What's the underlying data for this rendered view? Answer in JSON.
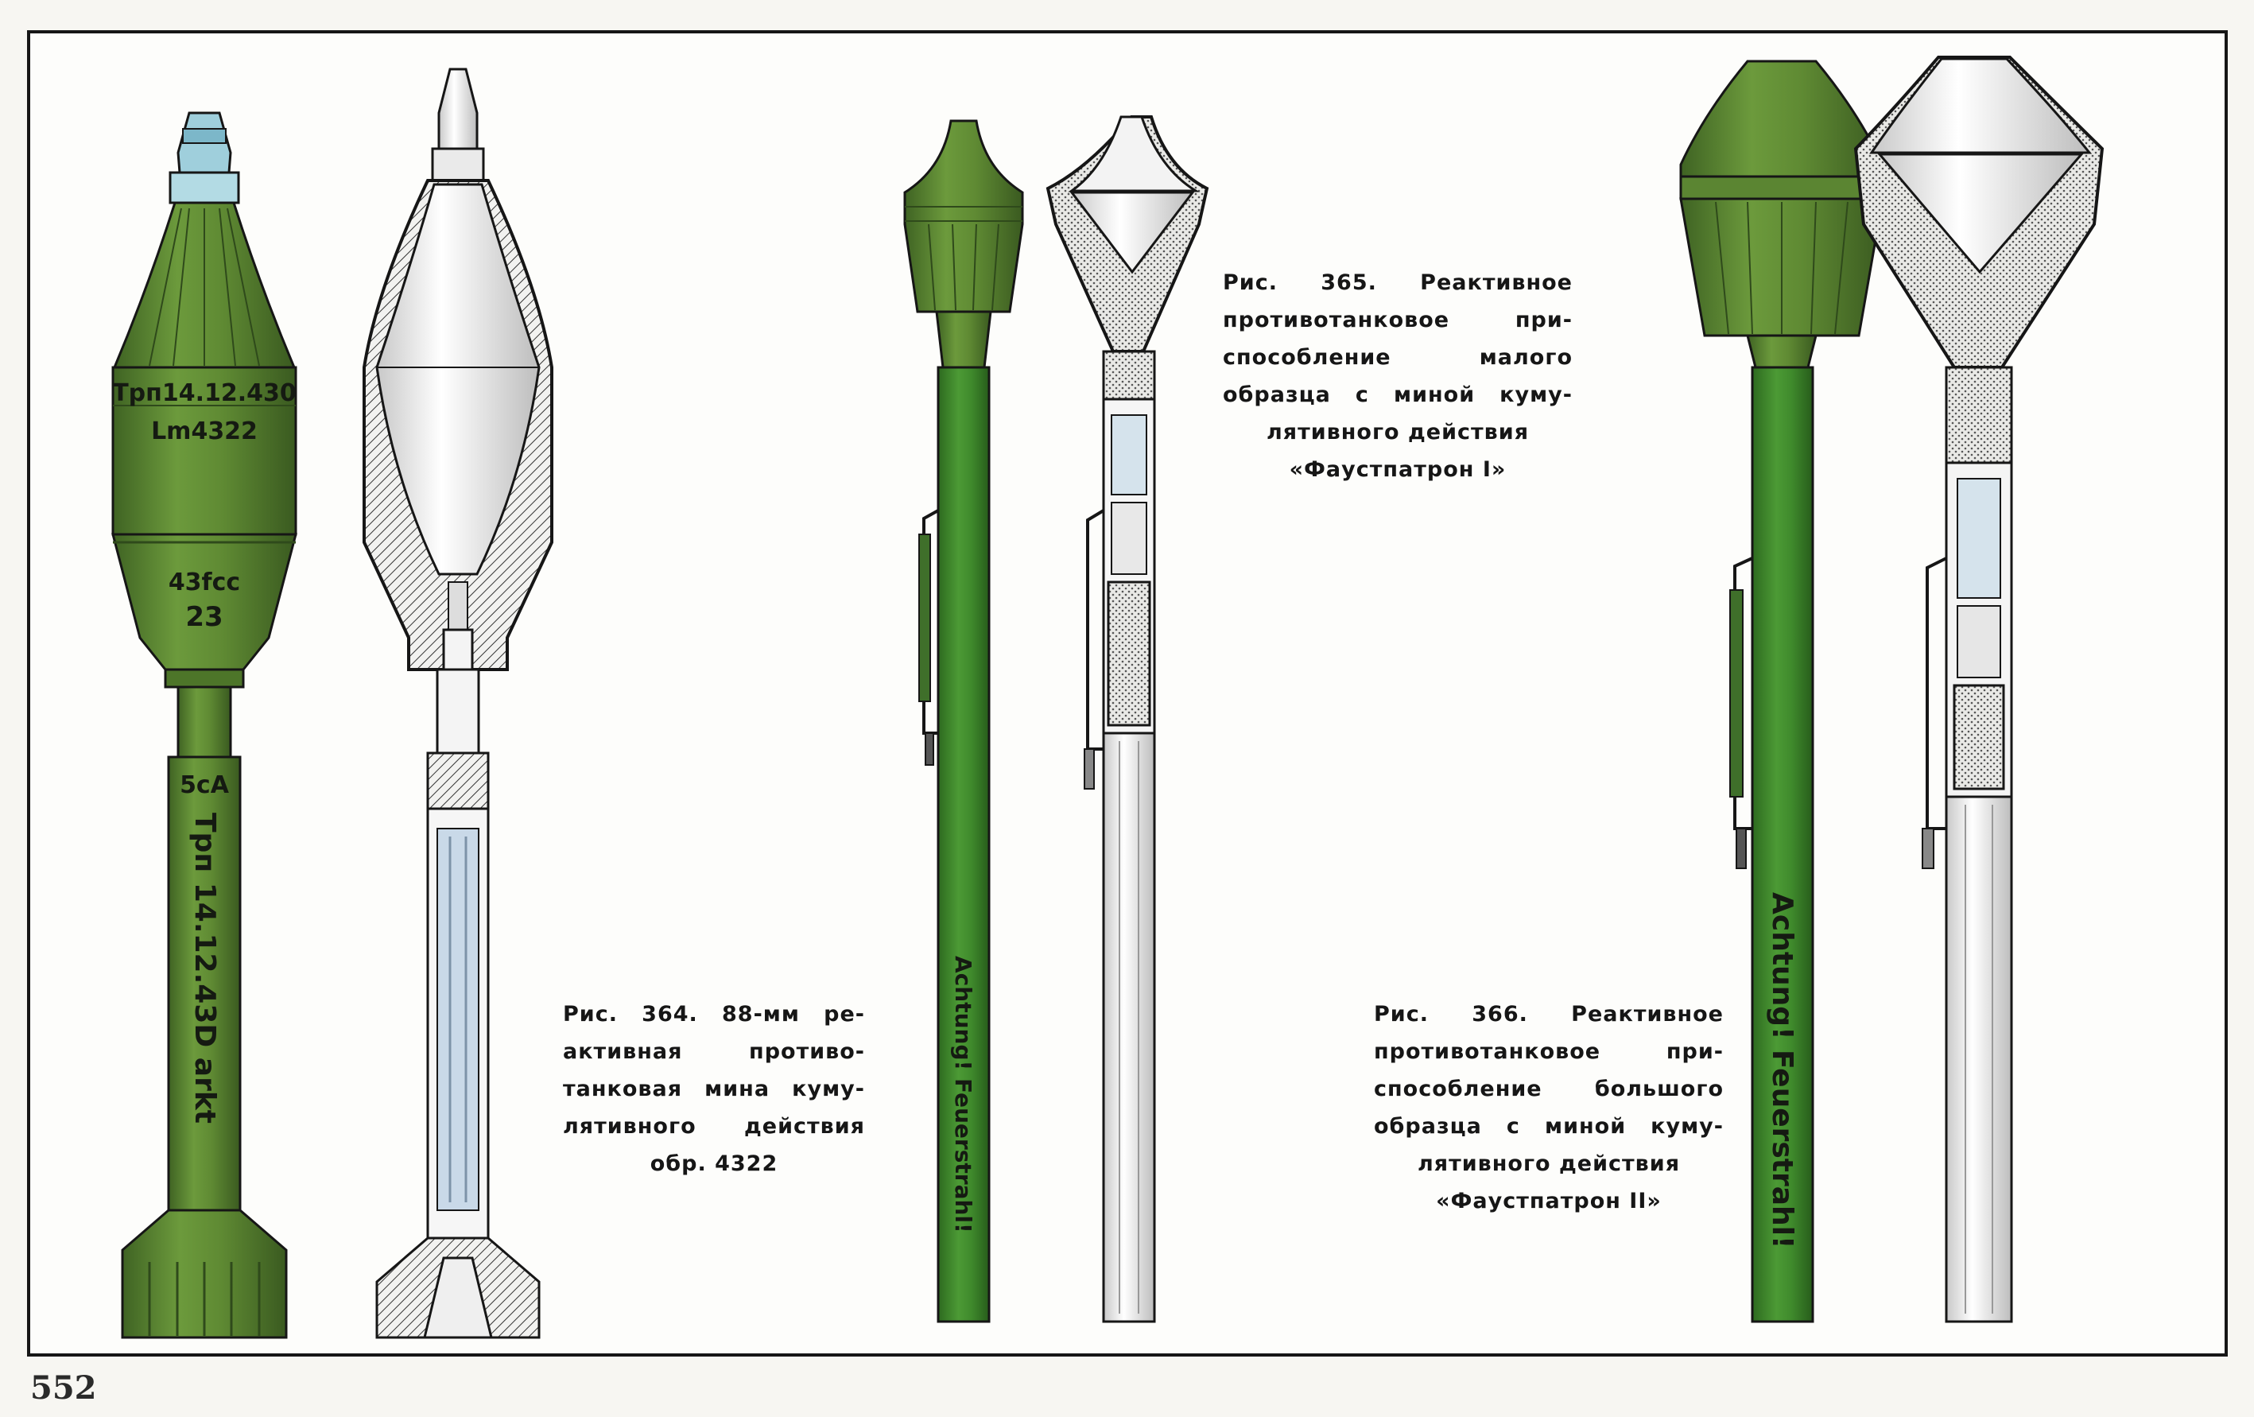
{
  "page_number": "552",
  "figures": {
    "fig364": {
      "lines": [
        "Рис. 364. 88-мм ре-",
        "активная противо-",
        "танковая мина куму-",
        "лятивного действия",
        "обр. 4322"
      ]
    },
    "fig365": {
      "lines": [
        "Рис. 365. Реактивное",
        "противотанковое при-",
        "способление малого",
        "образца с миной куму-",
        "лятивного действия",
        "«Фаустпатрон I»"
      ]
    },
    "fig366": {
      "lines": [
        "Рис. 366. Реактивное",
        "противотанковое при-",
        "способление большого",
        "образца с миной куму-",
        "лятивного действия",
        "«Фаустпатрон II»"
      ]
    }
  },
  "markings": {
    "mine_head_line1": "Трп14.12.430",
    "mine_head_line2": "Lm4322",
    "mine_body_line1": "43fcc",
    "mine_body_line2": "23",
    "mine_tail_short": "5cA",
    "mine_tail_long": "Трп 14.12.43D arkt",
    "tube_small": "Achtung! Feuerstrahl!",
    "tube_large": "Achtung! Feuerstrahl!"
  },
  "colors": {
    "olive": "#5f8a33",
    "olive_dark": "#44662a",
    "tube_green": "#3f8a2c",
    "outline": "#161616",
    "metal_blue": "#a9d3de"
  }
}
